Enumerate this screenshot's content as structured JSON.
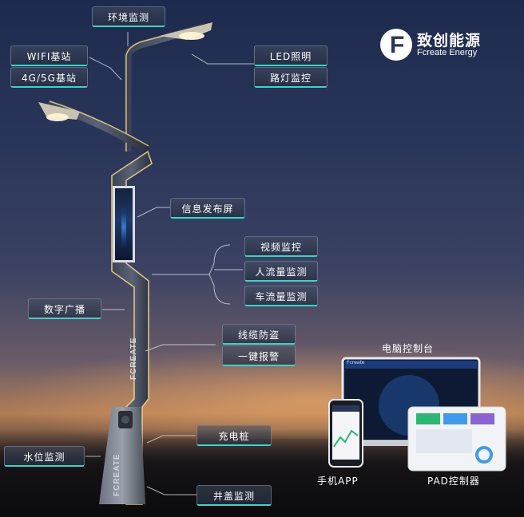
{
  "brand": {
    "name_cn": "致创能源",
    "name_en": "Fcreate Energy",
    "mark": "F"
  },
  "pole": {
    "text_upper": "FCREATE",
    "text_lower": "FCREATE"
  },
  "labels": {
    "env_monitor": "环境监测",
    "wifi": "WIFI基站",
    "base_4g5g": "4G/5G基站",
    "led": "LED照明",
    "light_control": "路灯监控",
    "info_screen": "信息发布屏",
    "video_monitor": "视频监控",
    "people_flow": "人流量监测",
    "vehicle_flow": "车流量监测",
    "broadcast": "数字广播",
    "cable_guard": "线缆防盗",
    "alarm": "一键报警",
    "charging": "充电桩",
    "water_level": "水位监测",
    "manhole": "井盖监测"
  },
  "devices": {
    "pc_title": "电脑控制台",
    "phone_title": "手机APP",
    "pad_title": "PAD控制器",
    "pc_brand": "Fcreate"
  },
  "colors": {
    "accent": "#3fd3c7",
    "lamp": "#f3e7c4",
    "pole_glow": "#f7d98a"
  }
}
